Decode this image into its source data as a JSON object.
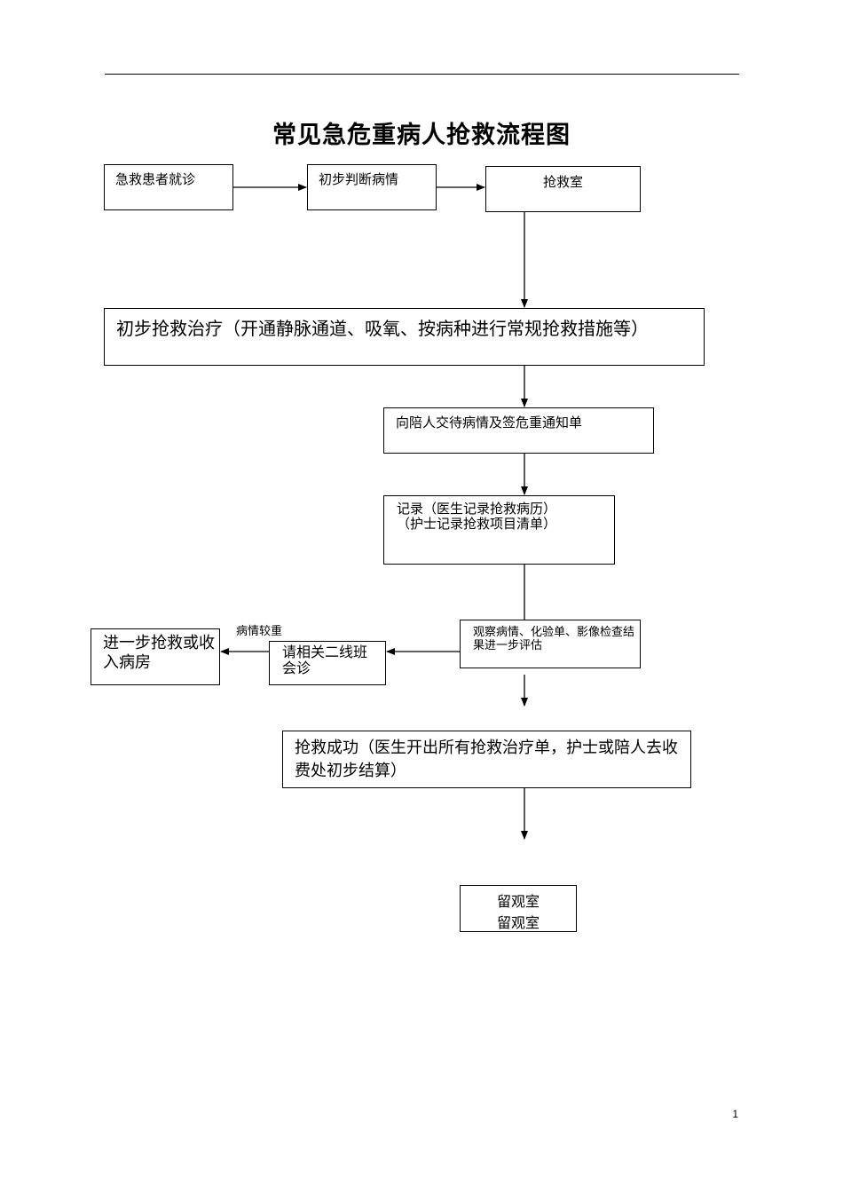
{
  "title": "常见急危重病人抢救流程图",
  "nodes": {
    "visit": "急救患者就诊",
    "judge": "初步判断病情",
    "room": "抢救室",
    "initial_treatment": "初步抢救治疗（开通静脉通道、吸氧、按病种进行常规抢救措施等）",
    "notify": "向陪人交待病情及签危重通知单",
    "record_line1": "记录（医生记录抢救病历）",
    "record_line2": "（护士记录抢救项目清单）",
    "observe": "观察病情、化验单、影像检查结果进一步评估",
    "consult": "请相关二线班会诊",
    "further": "进一步抢救或收入病房",
    "success": "抢救成功（医生开出所有抢救治疗单，护士或陪人去收费处初步结算）",
    "observation_room": "留观室",
    "observation_room_clipped": "留观室"
  },
  "edge_labels": {
    "severe": "病情较重"
  },
  "stray_glyph": "",
  "page_number": "1"
}
